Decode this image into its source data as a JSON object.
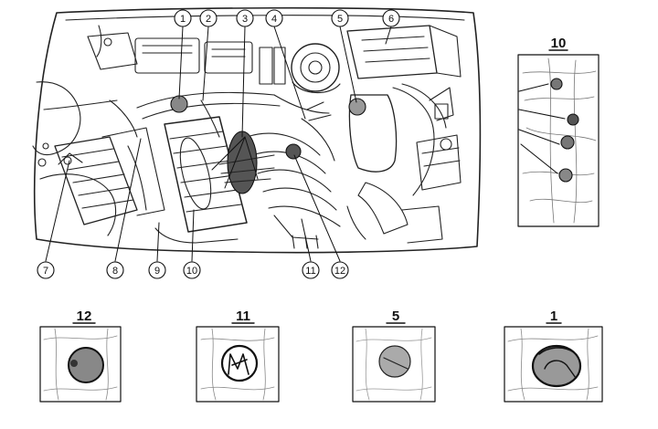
{
  "callouts": [
    {
      "id": "c1",
      "label": "1"
    },
    {
      "id": "c2",
      "label": "2"
    },
    {
      "id": "c3",
      "label": "3"
    },
    {
      "id": "c4",
      "label": "4"
    },
    {
      "id": "c5",
      "label": "5"
    },
    {
      "id": "c6",
      "label": "6"
    },
    {
      "id": "c7",
      "label": "7"
    },
    {
      "id": "c8",
      "label": "8"
    },
    {
      "id": "c9",
      "label": "9"
    },
    {
      "id": "c10",
      "label": "10"
    },
    {
      "id": "c11",
      "label": "11"
    },
    {
      "id": "c12",
      "label": "12"
    }
  ],
  "details": [
    {
      "id": "d10",
      "label": "10"
    },
    {
      "id": "d12",
      "label": "12"
    },
    {
      "id": "d11",
      "label": "11"
    },
    {
      "id": "d5",
      "label": "5"
    },
    {
      "id": "d1",
      "label": "1"
    }
  ]
}
